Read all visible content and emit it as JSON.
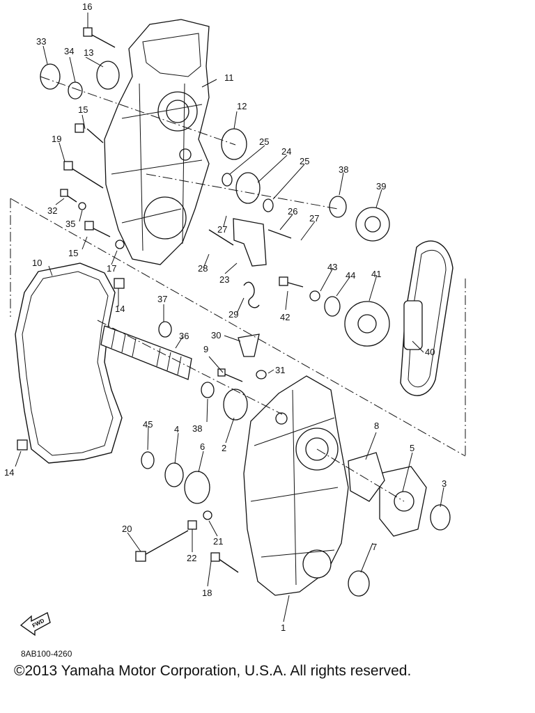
{
  "diagram": {
    "callouts": [
      "1",
      "2",
      "3",
      "4",
      "5",
      "6",
      "7",
      "8",
      "9",
      "10",
      "11",
      "12",
      "13",
      "14",
      "14",
      "15",
      "15",
      "16",
      "17",
      "18",
      "19",
      "20",
      "21",
      "22",
      "23",
      "24",
      "25",
      "25",
      "26",
      "27",
      "27",
      "28",
      "29",
      "30",
      "31",
      "32",
      "33",
      "34",
      "35",
      "36",
      "37",
      "38",
      "38",
      "39",
      "40",
      "41",
      "42",
      "43",
      "44",
      "45"
    ],
    "fwd_label": "FWD"
  },
  "footer": {
    "code": "8AB100-4260",
    "copyright": "©2013 Yamaha Motor Corporation, U.S.A. All rights reserved."
  }
}
